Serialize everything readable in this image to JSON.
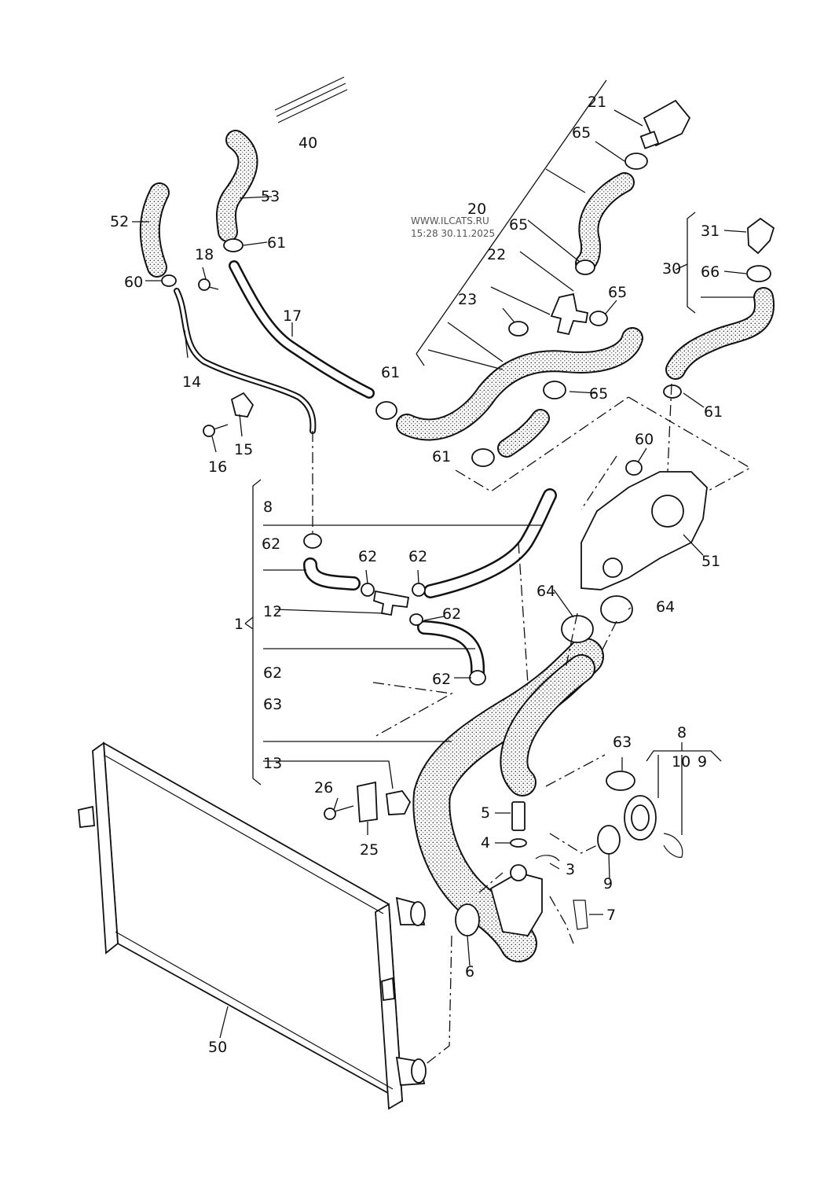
{
  "watermark": {
    "site": "WWW.ILCATS.RU",
    "stamp": "15:28 30.11.2025"
  },
  "labels": {
    "p1": "1",
    "p3": "3",
    "p4": "4",
    "p5": "5",
    "p6": "6",
    "p7": "7",
    "p8a": "8",
    "p8b": "8",
    "p9a": "9",
    "p9b": "9",
    "p10": "10",
    "p12": "12",
    "p13": "13",
    "p14": "14",
    "p15": "15",
    "p16": "16",
    "p17": "17",
    "p18": "18",
    "p20": "20",
    "p21": "21",
    "p22": "22",
    "p23": "23",
    "p25": "25",
    "p26": "26",
    "p30": "30",
    "p31": "31",
    "p40": "40",
    "p50": "50",
    "p51": "51",
    "p52": "52",
    "p53": "53",
    "p60a": "60",
    "p60b": "60",
    "p61a": "61",
    "p61b": "61",
    "p61c": "61",
    "p61d": "61",
    "p62a": "62",
    "p62b": "62",
    "p62c": "62",
    "p62d": "62",
    "p62e": "62",
    "p62f": "62",
    "p63a": "63",
    "p63b": "63",
    "p64a": "64",
    "p64b": "64",
    "p65a": "65",
    "p65b": "65",
    "p65c": "65",
    "p65d": "65",
    "p66": "66"
  }
}
